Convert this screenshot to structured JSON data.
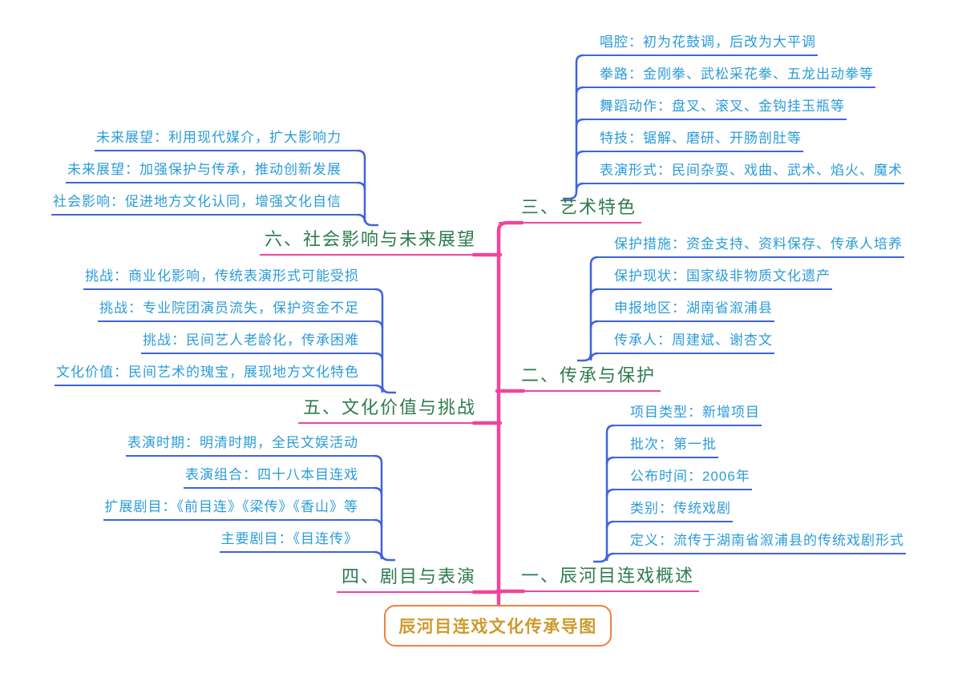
{
  "central": {
    "label": "辰河目连戏文化传承导图"
  },
  "branches": [
    {
      "label": "一、辰河目连戏概述",
      "children": [
        "项目类型：新增项目",
        "批次：第一批",
        "公布时间：2006年",
        "类别：传统戏剧",
        "定义：流传于湖南省溆浦县的传统戏剧形式"
      ]
    },
    {
      "label": "二、传承与保护",
      "children": [
        "保护措施：资金支持、资料保存、传承人培养",
        "保护现状：国家级非物质文化遗产",
        "申报地区：湖南省溆浦县",
        "传承人：周建斌、谢杏文"
      ]
    },
    {
      "label": "三、艺术特色",
      "children": [
        "唱腔：初为花鼓调，后改为大平调",
        "拳路：金刚拳、武松采花拳、五龙出动拳等",
        "舞蹈动作：盘叉、滚叉、金钩挂玉瓶等",
        "特技：锯解、磨研、开肠剖肚等",
        "表演形式：民间杂耍、戏曲、武术、焰火、魔术"
      ]
    },
    {
      "label": "四、剧目与表演",
      "children": [
        "表演时期：明清时期，全民文娱活动",
        "表演组合：四十八本目连戏",
        "扩展剧目：《前目连》《梁传》《香山》等",
        "主要剧目：《目连传》"
      ]
    },
    {
      "label": "五、文化价值与挑战",
      "children": [
        "挑战：商业化影响，传统表演形式可能受损",
        "挑战：专业院团演员流失，保护资金不足",
        "挑战：民间艺人老龄化，传承困难",
        "文化价值：民间艺术的瑰宝，展现地方文化特色"
      ]
    },
    {
      "label": "六、社会影响与未来展望",
      "children": [
        "未来展望：利用现代媒介，扩大影响力",
        "未来展望：加强保护与传承，推动创新发展",
        "社会影响：促进地方文化认同，增强文化自信"
      ]
    }
  ],
  "colors": {
    "branch_line": "#F0459D",
    "child_line": "#4063DE",
    "branch_text": "#2E7B4F",
    "child_text": "#2B9CD8",
    "central_text": "#CE9A2C",
    "central_border": "#EF8140"
  }
}
